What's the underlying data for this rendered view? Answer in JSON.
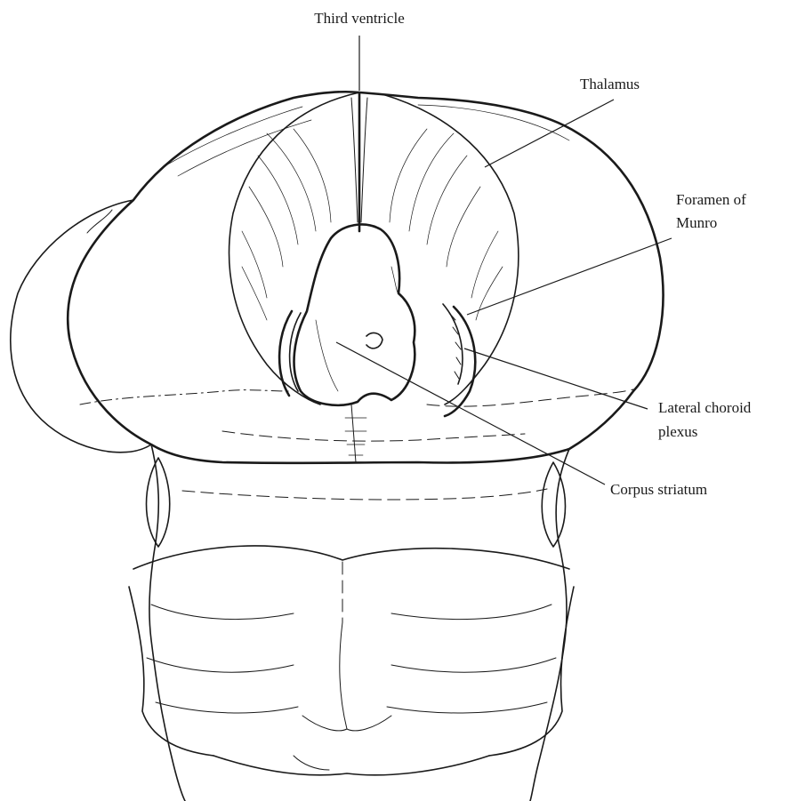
{
  "labels": {
    "third_ventricle": "Third ventricle",
    "thalamus": "Thalamus",
    "foramen_line1": "Foramen of",
    "foramen_line2": "Munro",
    "choroid_line1": "Lateral choroid",
    "choroid_line2": "plexus",
    "corpus_striatum": "Corpus striatum"
  }
}
